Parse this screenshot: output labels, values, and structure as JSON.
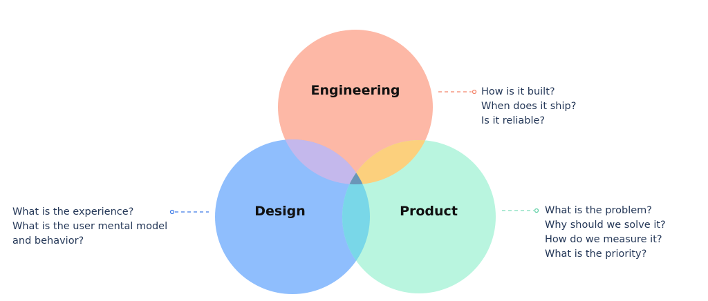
{
  "colors": {
    "engineering": "#FDB8A6",
    "design": "#8FBEFD",
    "product": "#B9F5DF",
    "eng_design": "#C4B8EC",
    "eng_product": "#FCD07D",
    "design_product": "#79D7E8",
    "center": "#6A96B8",
    "text": "#253858"
  },
  "circles": {
    "engineering": {
      "label": "Engineering",
      "questions": [
        "How is it built?",
        "When does it ship?",
        "Is it reliable?"
      ]
    },
    "design": {
      "label": "Design",
      "questions": [
        "What is the experience?",
        "What is the user mental model",
        "and behavior?"
      ]
    },
    "product": {
      "label": "Product",
      "questions": [
        "What is the problem?",
        "Why should we solve it?",
        "How do we measure it?",
        "What is the priority?"
      ]
    }
  }
}
